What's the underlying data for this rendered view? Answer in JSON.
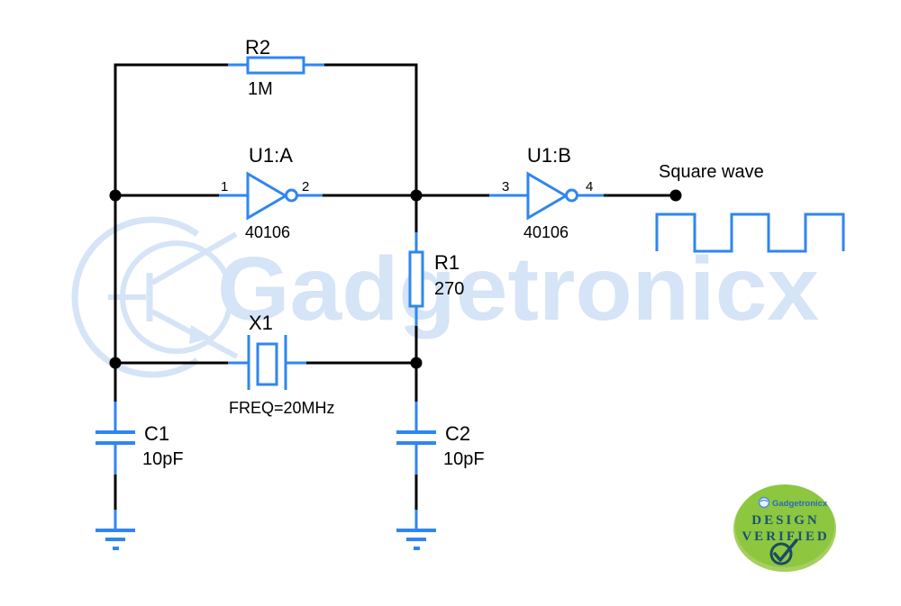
{
  "colors": {
    "wire": "#000000",
    "component_blue": "#2f86f0",
    "watermark_blue": "#d5e4f6",
    "badge_green": "#8dc63f",
    "badge_text": "#1b5272",
    "badge_brand_blue": "#2b6cb8"
  },
  "components": {
    "r2": {
      "ref": "R2",
      "value": "1M"
    },
    "r1": {
      "ref": "R1",
      "value": "270"
    },
    "u1a": {
      "ref": "U1:A",
      "part": "40106",
      "pin_in": "1",
      "pin_out": "2"
    },
    "u1b": {
      "ref": "U1:B",
      "part": "40106",
      "pin_in": "3",
      "pin_out": "4"
    },
    "x1": {
      "ref": "X1",
      "value": "FREQ=20MHz"
    },
    "c1": {
      "ref": "C1",
      "value": "10pF"
    },
    "c2": {
      "ref": "C2",
      "value": "10pF"
    }
  },
  "annotations": {
    "output_label": "Square wave"
  },
  "watermark": {
    "text": "Gadgetronicx"
  },
  "badge": {
    "brand": "Gadgetronicx",
    "line1": "DESIGN",
    "line2": "VERIFIED",
    "check_icon": "checkmark-in-circle"
  }
}
